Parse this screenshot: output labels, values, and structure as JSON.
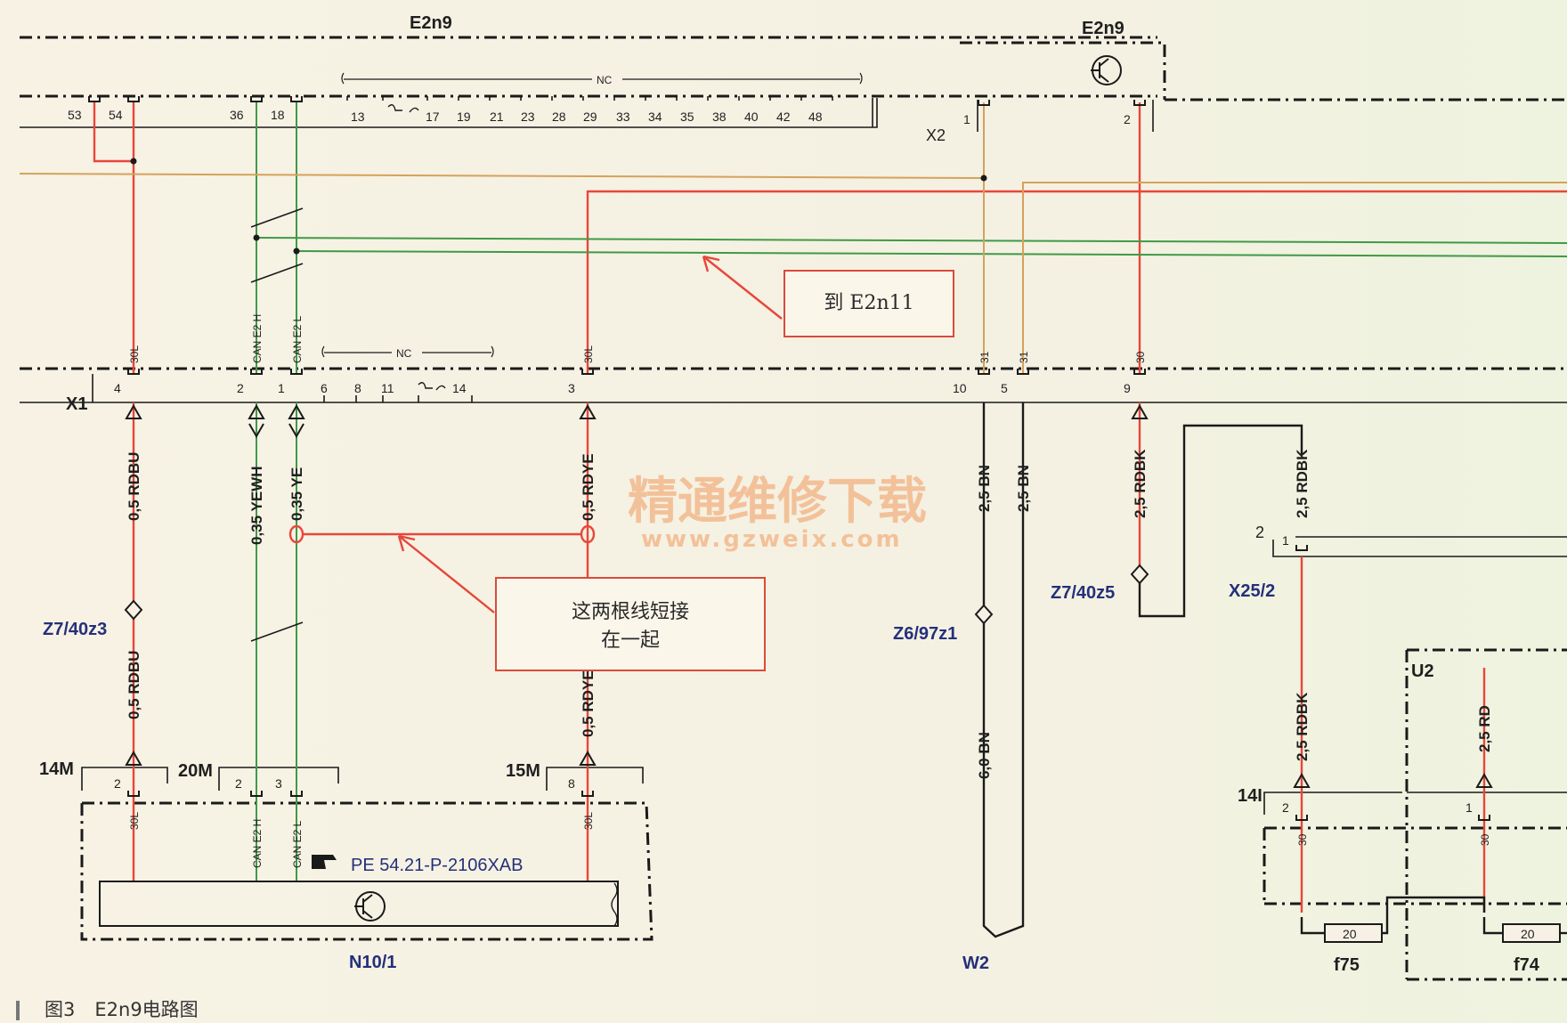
{
  "modules": {
    "top_left": "E2n9",
    "top_right": "E2n9",
    "u2": "U2",
    "n10": "N10/1"
  },
  "connectors": {
    "x1": "X1",
    "x2": "X2",
    "x25": "X25/2",
    "m14": "14M",
    "m20": "20M",
    "m15": "15M",
    "i14": "14I"
  },
  "pins_top": [
    "53",
    "54",
    "36",
    "18",
    "13",
    "17",
    "19",
    "21",
    "23",
    "28",
    "29",
    "33",
    "34",
    "35",
    "38",
    "40",
    "42",
    "48"
  ],
  "pins_x1": [
    "4",
    "2",
    "1",
    "6",
    "8",
    "11",
    "14",
    "3",
    "10",
    "5",
    "9"
  ],
  "pins_x2": [
    "1",
    "2"
  ],
  "nc_label": "NC",
  "signals": {
    "s1": "30L",
    "can_h": "CAN E2 H",
    "can_l": "CAN E2 L",
    "s31": "31",
    "s30": "30"
  },
  "wires": {
    "rdbu": "0,5 RDBU",
    "yewh": "0,35 YEWH",
    "ye": "0,35 YE",
    "rdye": "0,5 RDYE",
    "rdye2": "0,5 RDYE",
    "bn1": "2,5 BN",
    "bn2": "2,5 BN",
    "bn3": "6,0 BN",
    "rdbk1": "2,5 RDBK",
    "rdbk2": "2,5 RDBK",
    "rdbk3": "2,5 RDBK",
    "rd": "2,5 RD"
  },
  "splices": {
    "z7_40z3": "Z7/40z3",
    "z7_40z5": "Z7/40z5",
    "z6_97z1": "Z6/97z1"
  },
  "ground": "W2",
  "fuses": [
    {
      "label": "f75",
      "value": "20"
    },
    {
      "label": "f74",
      "value": "20"
    }
  ],
  "reference": "PE 54.21-P-2106XAB",
  "annotations": {
    "to_e2n11": "到 E2n11",
    "short_line1": "这两根线短接",
    "short_line2": "在一起"
  },
  "watermark": {
    "cn": "精通维修下载",
    "url": "www.gzweix.com"
  },
  "caption": {
    "num": "图3",
    "title": "E2n9电路图"
  },
  "colors": {
    "red_wire": "#e8463a",
    "green_wire": "#3f9a46",
    "tan_wire": "#d6a15d",
    "annotation": "#d94b3a"
  }
}
